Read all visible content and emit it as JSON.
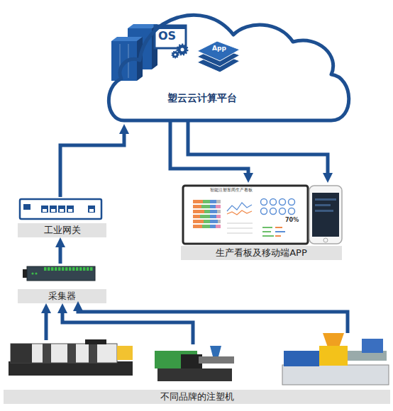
{
  "diagram": {
    "nodes": [
      {
        "text": [
          "塑云云计算平台"
        ]
      },
      {
        "text": [
          "工业网关"
        ]
      },
      {
        "text": [
          "采集器"
        ]
      },
      {
        "text": [
          "生产看板及移动端APP"
        ]
      },
      {
        "text": [
          "不同品牌的注塑机"
        ]
      }
    ],
    "edges": [
      {
        "from": 2,
        "to": 1,
        "arrow": "to"
      },
      {
        "from": 1,
        "to": 0,
        "arrow": "to"
      },
      {
        "from": 0,
        "to": 3,
        "arrow": "to"
      },
      {
        "from": 4,
        "to": 2,
        "arrow": "to"
      }
    ],
    "labels": [
      "OS",
      "App",
      "智能注塑车间生产看板",
      "70%"
    ]
  }
}
